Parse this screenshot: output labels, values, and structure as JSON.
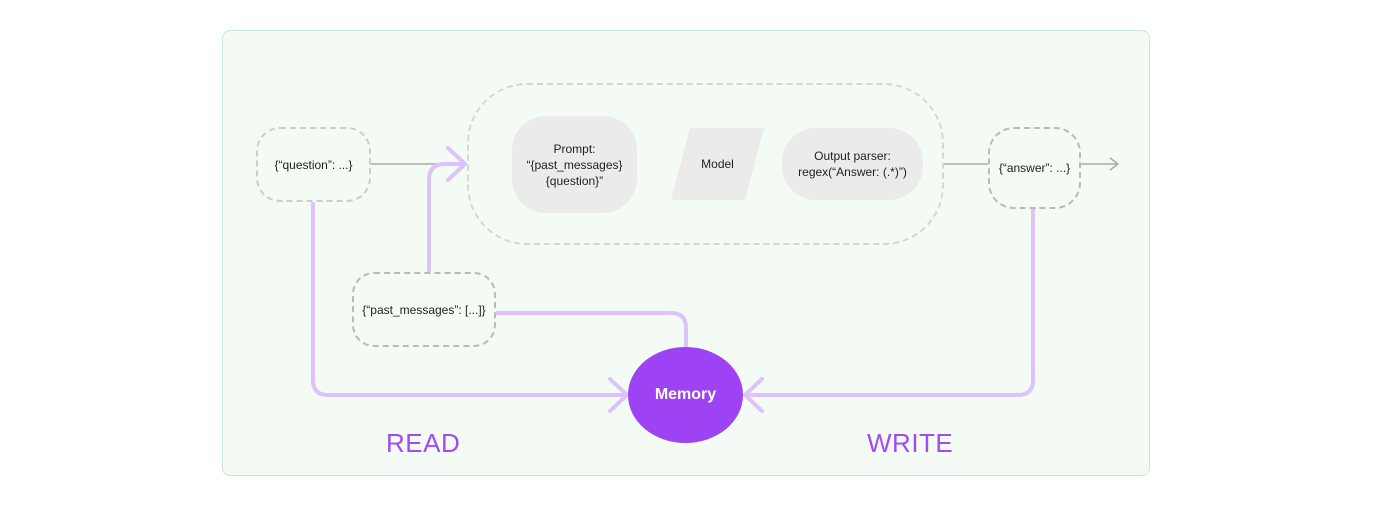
{
  "nodes": {
    "question_input": "{“question”: ...}",
    "prompt": "Prompt:\n“{past_messages}\n{question}”",
    "model": "Model",
    "output_parser": "Output parser:\nregex(“Answer: (.*)”)",
    "answer_output": "{“answer”: ...}",
    "past_messages": "{“past_messages”: [...]}",
    "memory": "Memory"
  },
  "labels": {
    "read": "READ",
    "write": "WRITE"
  },
  "colors": {
    "panel_bg": "#f3fbf4",
    "memory_fill": "#9d43f4",
    "read_write_wire": "#dcc4fb",
    "label_purple": "#a04cf6",
    "gray_wire": "#a9aca9"
  }
}
